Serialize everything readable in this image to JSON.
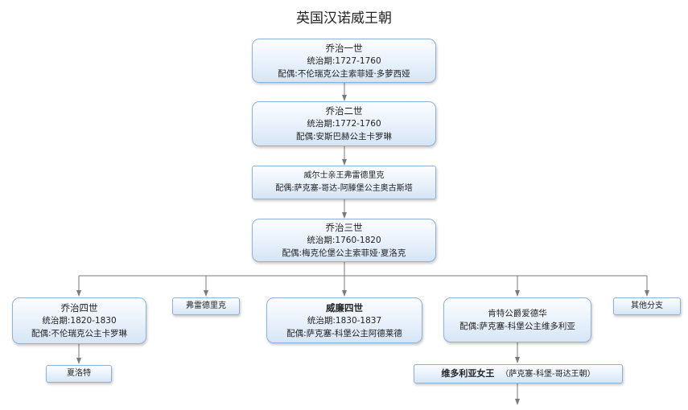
{
  "title": "英国汉诺威王朝",
  "nodes": {
    "george1": {
      "name": "乔治一世",
      "reign_label": "统治期:",
      "reign": "1727-1760",
      "spouse_label": "配偶:",
      "spouse": "不伦瑞克公主索菲娅·多萝西娅"
    },
    "george2": {
      "name": "乔治二世",
      "reign_label": "统治期:",
      "reign": "1772-1760",
      "spouse_label": "配偶:",
      "spouse": "安斯巴赫公主卡罗琳"
    },
    "frederick_wales": {
      "name": "威尔士亲王弗雷德里克",
      "spouse_label": "配偶:",
      "spouse": "萨克塞-哥达-阿滕堡公主奥古斯塔"
    },
    "george3": {
      "name": "乔治三世",
      "reign_label": "统治期:",
      "reign": "1760-1820",
      "spouse_label": "配偶:",
      "spouse": "梅克伦堡公主索菲娅·夏洛克"
    },
    "george4": {
      "name": "乔治四世",
      "reign_label": "统治期:",
      "reign": "1820-1830",
      "spouse_label": "配偶:",
      "spouse": "不伦瑞克公主卡罗琳"
    },
    "frederick": {
      "name": "弗雷德里克"
    },
    "william4": {
      "name": "威廉四世",
      "reign_label": "统治期:",
      "reign": "1830-1837",
      "spouse_label": "配偶:",
      "spouse": "萨克塞-科堡公主阿德莱德"
    },
    "edward": {
      "name": "肯特公爵爱德华",
      "spouse_label": "配偶:",
      "spouse": "萨克塞-科堡公主维多利亚"
    },
    "others": {
      "name": "其他分支"
    },
    "charlotte": {
      "name": "夏洛特"
    },
    "victoria": {
      "name": "维多利亚女王",
      "extra": "（萨克塞-科堡-哥达王朝）"
    }
  }
}
